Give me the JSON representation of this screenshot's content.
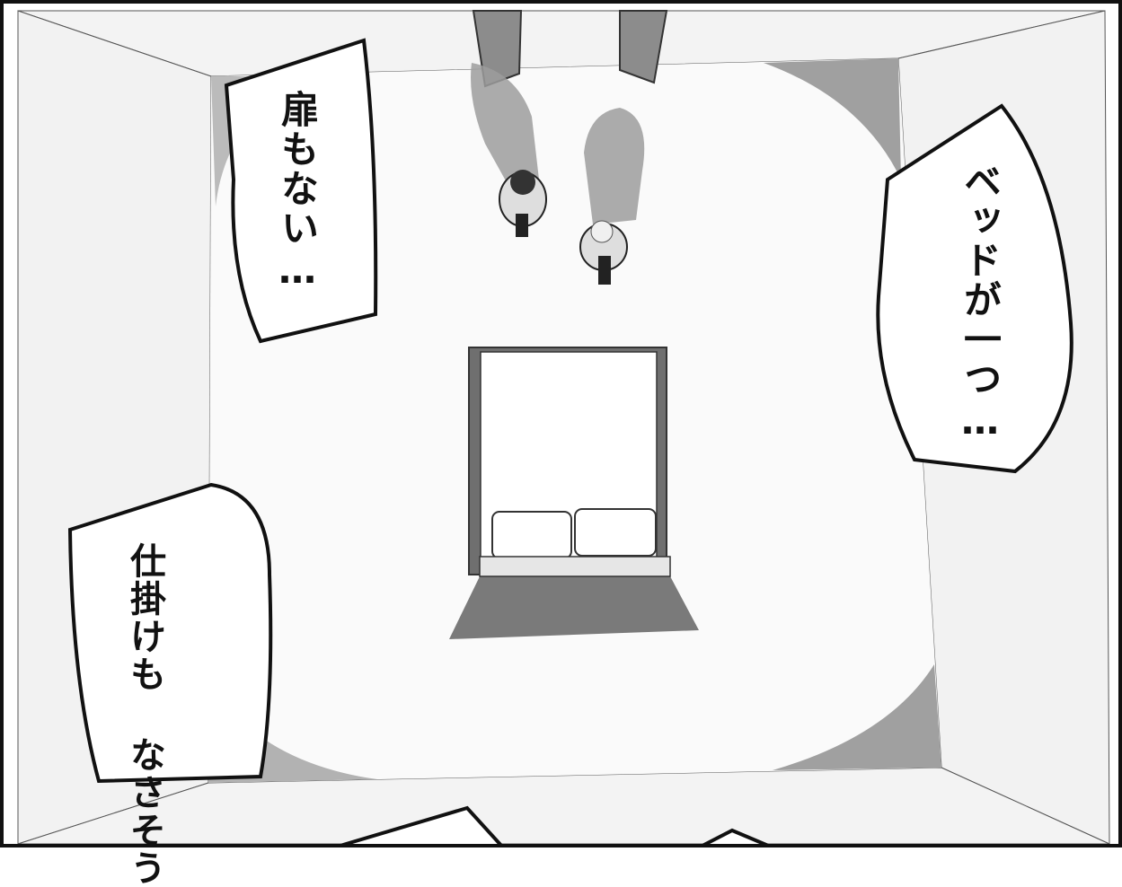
{
  "speech_bubbles": [
    {
      "id": "bubble-1",
      "text": "扉もない…"
    },
    {
      "id": "bubble-2",
      "text": "ベッドが一つ…"
    },
    {
      "id": "bubble-3",
      "lines": [
        "仕掛けも",
        "なさそう"
      ]
    }
  ],
  "colors": {
    "ink": "#111111",
    "panel_background": "#ffffff",
    "wall": "#f4f4f4",
    "floor": "#fafafa",
    "shadow": "#8a8a8a",
    "bed_frame": "#6f6f6f"
  }
}
